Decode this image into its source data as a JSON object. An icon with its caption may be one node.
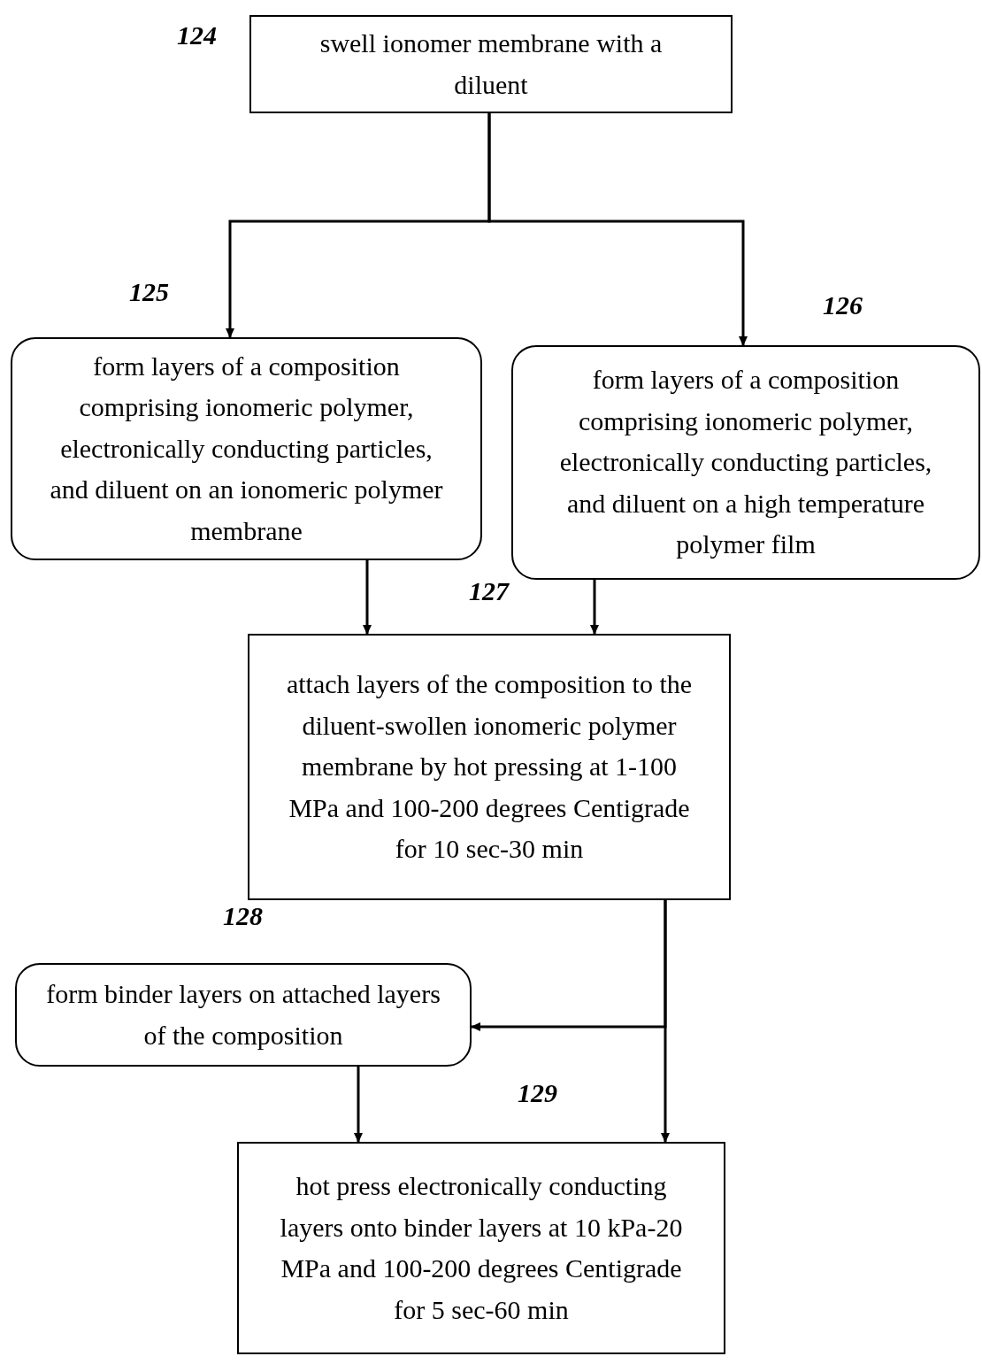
{
  "diagram": {
    "nodes": [
      {
        "text": [
          "swell ionomer membrane with a diluent"
        ]
      },
      {
        "text": [
          "form layers of a composition comprising ionomeric polymer, electronically conducting particles, and diluent on an ionomeric polymer membrane"
        ]
      },
      {
        "text": [
          "form layers of a composition comprising ionomeric polymer, electronically conducting particles, and diluent on a high temperature polymer film"
        ]
      },
      {
        "text": [
          "attach layers of the composition to the diluent-swollen ionomeric polymer membrane by hot pressing at 1-100 MPa and 100-200 degrees Centigrade for 10 sec-30 min"
        ]
      },
      {
        "text": [
          "form binder layers on attached layers of the composition"
        ]
      },
      {
        "text": [
          "hot press electronically conducting layers onto binder layers at 10 kPa-20 MPa and 100-200 degrees Centigrade for 5 sec-60 min"
        ]
      }
    ],
    "edges": [
      {
        "from": 0,
        "to": 1,
        "arrow": "to"
      },
      {
        "from": 0,
        "to": 2,
        "arrow": "to"
      },
      {
        "from": 1,
        "to": 3,
        "arrow": "to"
      },
      {
        "from": 2,
        "to": 3,
        "arrow": "to"
      },
      {
        "from": 3,
        "to": 4,
        "arrow": "to"
      },
      {
        "from": 3,
        "to": 5,
        "arrow": "to"
      },
      {
        "from": 4,
        "to": 5,
        "arrow": "to"
      }
    ],
    "labels": [
      "124",
      "125",
      "126",
      "127",
      "128",
      "129"
    ]
  }
}
